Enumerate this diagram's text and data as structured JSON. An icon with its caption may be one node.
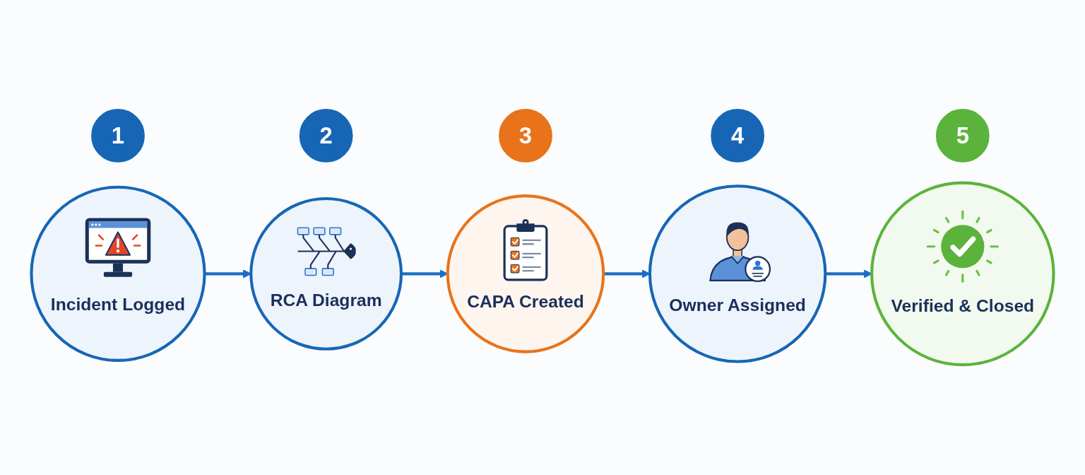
{
  "diagram": {
    "nodes": [
      {
        "text": [
          "1"
        ]
      },
      {
        "text": [
          "Incident Logged"
        ]
      },
      {
        "text": [
          "2"
        ]
      },
      {
        "text": [
          "RCA Diagram"
        ]
      },
      {
        "text": [
          "3"
        ]
      },
      {
        "text": [
          "CAPA Created"
        ]
      },
      {
        "text": [
          "4"
        ]
      },
      {
        "text": [
          "Owner Assigned"
        ]
      },
      {
        "text": [
          "5"
        ]
      },
      {
        "text": [
          "Verified & Closed"
        ]
      }
    ],
    "edges": [
      {
        "from": 1,
        "to": 3,
        "arrow": "to"
      },
      {
        "from": 3,
        "to": 5,
        "arrow": "to"
      },
      {
        "from": 5,
        "to": 7,
        "arrow": "to"
      },
      {
        "from": 7,
        "to": 9,
        "arrow": "to"
      }
    ]
  }
}
